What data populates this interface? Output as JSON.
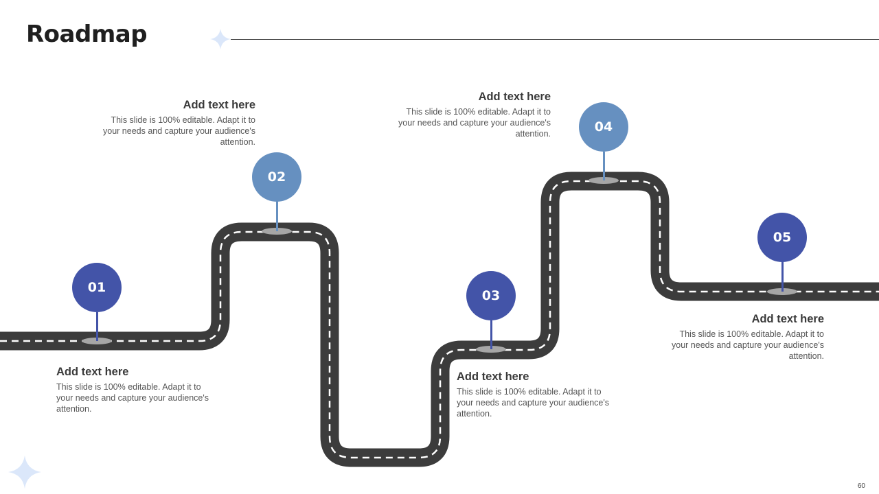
{
  "slide": {
    "title": "Roadmap",
    "page_number": "60"
  },
  "colors": {
    "road": "#3c3c3c",
    "dash": "#ffffff",
    "dark_blue": "#4354a8",
    "light_blue": "#6690c0",
    "pin_base": "#a6a6a6",
    "sparkle": "#dbe7fa"
  },
  "milestones": [
    {
      "number": "01",
      "color": "dark_blue",
      "heading": "Add text here",
      "body": "This slide is 100% editable. Adapt it to your needs and capture your audience's attention."
    },
    {
      "number": "02",
      "color": "light_blue",
      "heading": "Add text here",
      "body": "This slide is 100% editable. Adapt it to your needs and capture your audience's attention."
    },
    {
      "number": "03",
      "color": "dark_blue",
      "heading": "Add text here",
      "body": "This slide is 100% editable. Adapt it to your needs and capture your audience's attention."
    },
    {
      "number": "04",
      "color": "light_blue",
      "heading": "Add text here",
      "body": "This slide is 100% editable. Adapt it to your needs and capture your audience's attention."
    },
    {
      "number": "05",
      "color": "dark_blue",
      "heading": "Add text here",
      "body": "This slide is 100% editable. Adapt it to your needs and capture your audience's attention."
    }
  ]
}
